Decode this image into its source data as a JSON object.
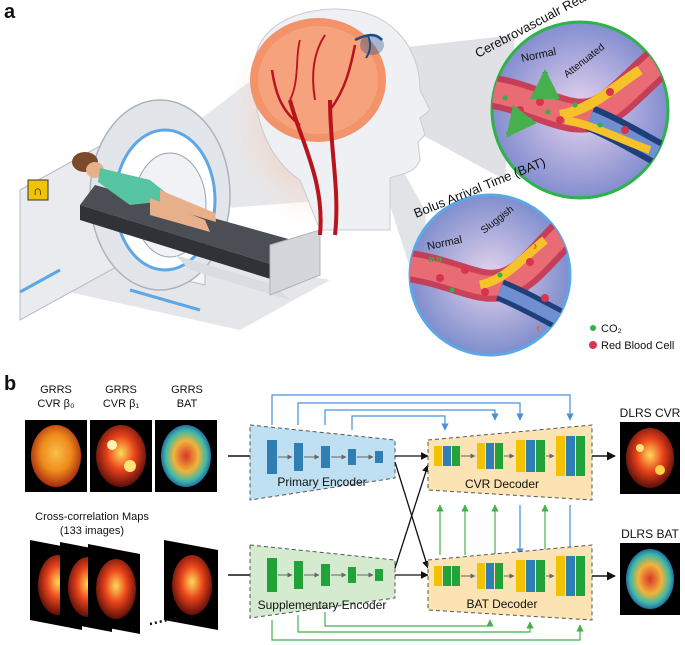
{
  "panel_a": {
    "letter": "a",
    "cvr_title": "Cerebrovascualr Reactivity (CVR)",
    "cvr_normal": "Normal",
    "cvr_attenuated": "Attenuated",
    "bat_title": "Bolus Arrival Time (BAT)",
    "bat_normal": "Normal",
    "bat_sluggish": "Sluggish",
    "legend": [
      {
        "label": "CO₂",
        "color": "#2db34a"
      },
      {
        "label": "Red Blood Cell",
        "color": "#d9344f"
      }
    ]
  },
  "panel_b": {
    "letter": "b",
    "inputs": [
      {
        "line1": "GRRS",
        "line2": "CVR β₀"
      },
      {
        "line1": "GRRS",
        "line2": "CVR β₁"
      },
      {
        "line1": "GRRS",
        "line2": "BAT"
      }
    ],
    "cc_title": "Cross-correlation Maps",
    "cc_count": "(133 images)",
    "primary_encoder": "Primary Encoder",
    "supplementary_encoder": "Supplementary Encoder",
    "cvr_decoder": "CVR Decoder",
    "bat_decoder": "BAT Decoder",
    "out_cvr": "DLRS CVR",
    "out_bat": "DLRS BAT"
  },
  "colors": {
    "primary_encoder_fill": "#bfe0f2",
    "supplementary_encoder_fill": "#d4ebcf",
    "decoder_fill": "#fbe3b4",
    "blue_block": "#2f7fb5",
    "green_block": "#22a33a",
    "yellow_block": "#f2c300",
    "blue_arrow": "#4a90d9",
    "green_arrow": "#45b04c"
  }
}
